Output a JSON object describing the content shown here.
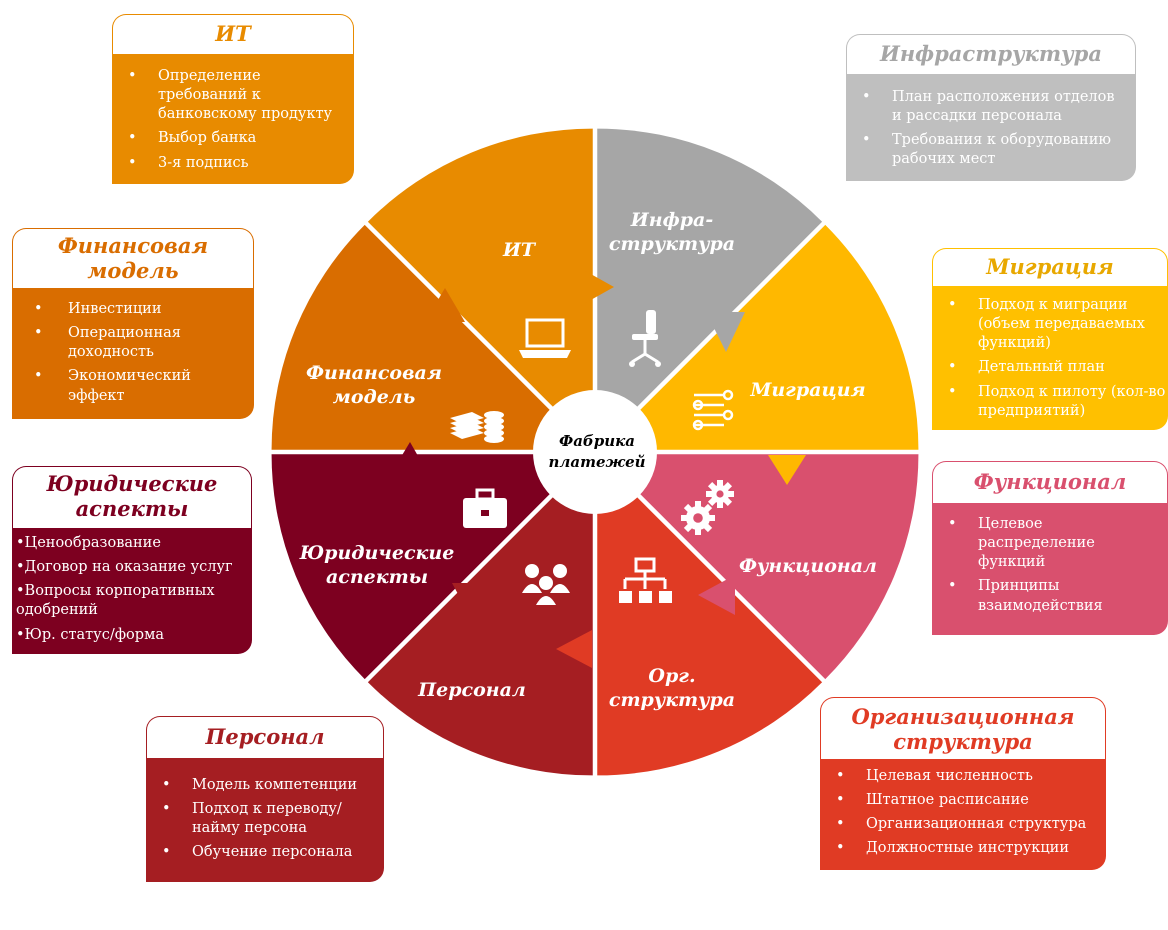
{
  "center": {
    "line1": "Фабрика",
    "line2": "платежей"
  },
  "segments": [
    {
      "id": "it",
      "lines": [
        "ИТ"
      ],
      "color": "#E88B00",
      "icon": "laptop-icon"
    },
    {
      "id": "infra",
      "lines": [
        "Инфра-",
        "структура"
      ],
      "color": "#A6A6A6",
      "icon": "office-chair-icon"
    },
    {
      "id": "migration",
      "lines": [
        "Миграция"
      ],
      "color": "#FFB800",
      "icon": "arrows-icon"
    },
    {
      "id": "function",
      "lines": [
        "Функционал"
      ],
      "color": "#D9506E",
      "icon": "gears-icon"
    },
    {
      "id": "orgstruct",
      "lines": [
        "Орг.",
        "структура"
      ],
      "color": "#E03B24",
      "icon": "org-chart-icon"
    },
    {
      "id": "personnel",
      "lines": [
        "Персонал"
      ],
      "color": "#A51E22",
      "icon": "people-icon"
    },
    {
      "id": "legal",
      "lines": [
        "Юридические",
        "аспекты"
      ],
      "color": "#7D0020",
      "icon": "briefcase-icon"
    },
    {
      "id": "finance",
      "lines": [
        "Финансовая",
        "модель"
      ],
      "color": "#D96D00",
      "icon": "money-icon"
    }
  ],
  "cards": {
    "it": {
      "title": [
        "ИТ"
      ],
      "color": "#E88B00",
      "items": [
        "Определение требований к банковскому продукту",
        "Выбор банка",
        "3-я подпись"
      ]
    },
    "infra": {
      "title": [
        "Инфраструктура"
      ],
      "color": "#BFBFBF",
      "items": [
        "План расположения отделов и рассадки персонала",
        "Требования к оборудованию рабочих мест"
      ]
    },
    "migration": {
      "title": [
        "Миграция"
      ],
      "color": "#FFC000",
      "items": [
        "Подход к миграции (объем передаваемых функций)",
        "Детальный план",
        "Подход к пилоту (кол-во предприятий)"
      ]
    },
    "function": {
      "title": [
        "Функционал"
      ],
      "color": "#D9506E",
      "items": [
        "Целевое распределение функций",
        "Принципы взаимодействия"
      ]
    },
    "orgstruct": {
      "title": [
        "Организационная",
        "структура"
      ],
      "color": "#E03B24",
      "items": [
        "Целевая численность",
        "Штатное расписание",
        "Организационная структура",
        "Должностные инструкции"
      ]
    },
    "personnel": {
      "title": [
        "Персонал"
      ],
      "color": "#A51E22",
      "items": [
        "Модель компетенции",
        "Подход к переводу/ найму персона",
        "Обучение персонала"
      ]
    },
    "legal": {
      "title": [
        "Юридические",
        "аспекты"
      ],
      "color": "#7D0020",
      "items": [
        "•Ценообразование",
        "•Договор на оказание услуг",
        "•Вопросы корпоративных одобрений",
        "•Юр. статус/форма"
      ]
    },
    "finance": {
      "title": [
        "Финансовая",
        "модель"
      ],
      "color": "#D96D00",
      "items": [
        "Инвестиции",
        "Операционная доходность",
        "Экономический эффект"
      ]
    }
  }
}
